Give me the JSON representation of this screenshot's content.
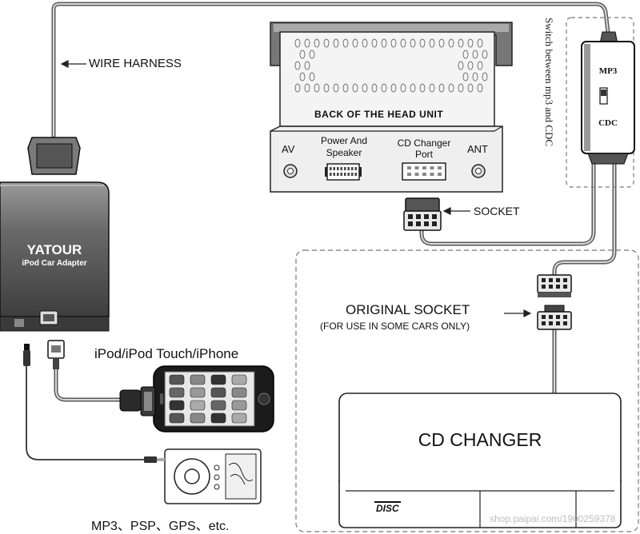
{
  "labels": {
    "wire_harness": "WIRE HARNESS",
    "head_unit_title": "BACK OF THE HEAD UNIT",
    "av": "AV",
    "power_speaker_line1": "Power And",
    "power_speaker_line2": "Speaker",
    "cd_changer_port_line1": "CD Changer",
    "cd_changer_port_line2": "Port",
    "ant": "ANT",
    "socket": "SOCKET",
    "switch_note": "Switch between mp3 and CDC",
    "switch_mp3": "MP3",
    "switch_cdc": "CDC",
    "adapter_brand": "YATOUR",
    "adapter_sub": "iPod Car Adapter",
    "ipod_devices": "iPod/iPod Touch/iPhone",
    "original_socket": "ORIGINAL SOCKET",
    "original_socket_note": "(FOR USE IN SOME CARS ONLY)",
    "cd_changer": "CD CHANGER",
    "disc_logo": "DISC",
    "other_devices": "MP3、PSP、GPS、etc.",
    "watermark": "shop.paipai.com/1900259378"
  }
}
